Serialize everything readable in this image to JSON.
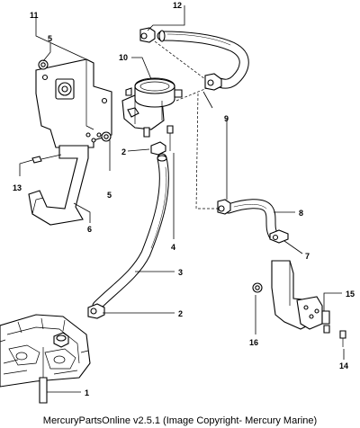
{
  "callouts": {
    "c1": "1",
    "c2a": "2",
    "c2b": "2",
    "c3": "3",
    "c4": "4",
    "c5a": "5",
    "c5b": "5",
    "c6": "6",
    "c7": "7",
    "c8": "8",
    "c9": "9",
    "c10": "10",
    "c11": "11",
    "c12": "12",
    "c13": "13",
    "c14": "14",
    "c15": "15",
    "c16": "16"
  },
  "footer": "MercuryPartsOnline v2.5.1 (Image Copyright- Mercury Marine)"
}
